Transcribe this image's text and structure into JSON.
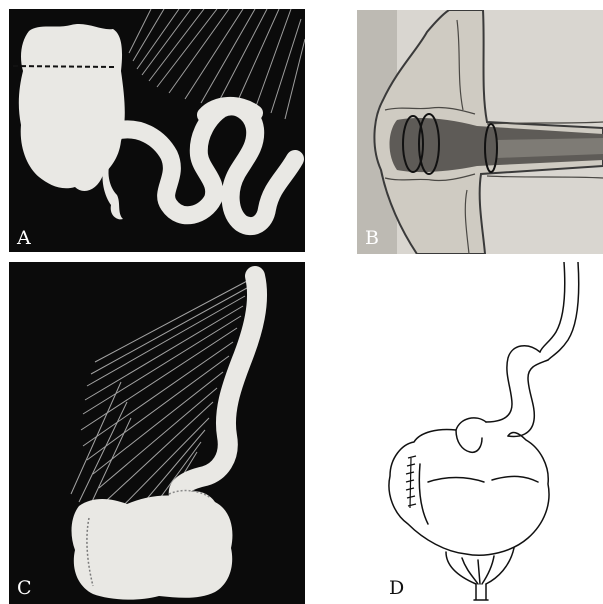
{
  "panels": [
    {
      "id": "a",
      "label": "A"
    },
    {
      "id": "b",
      "label": "B"
    },
    {
      "id": "c",
      "label": "C"
    },
    {
      "id": "d",
      "label": "D"
    }
  ],
  "colors": {
    "dark_background": "#0b0b0b",
    "specimen": "#e9e8e4",
    "illustration_background": "#d9d6d0",
    "line_art": "#111111"
  }
}
